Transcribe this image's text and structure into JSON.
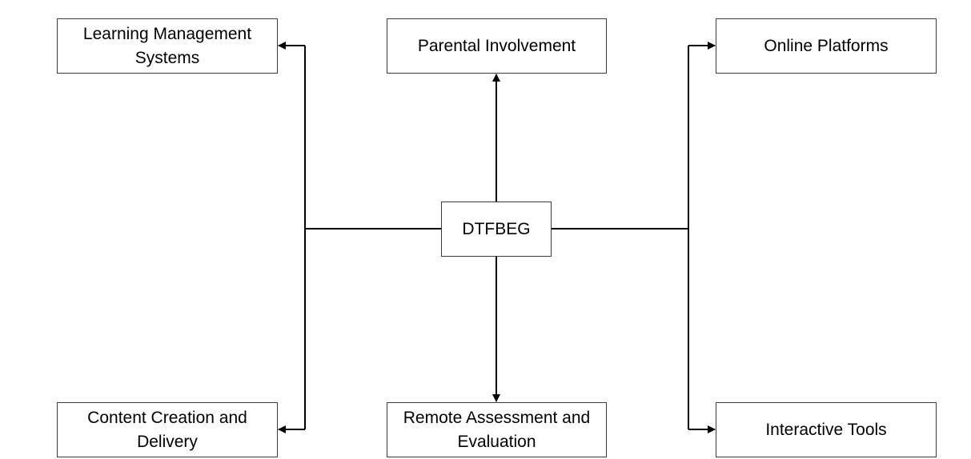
{
  "diagram": {
    "center": {
      "label": "DTFBEG"
    },
    "nodes": {
      "lms": "Learning Management Systems",
      "parental": "Parental Involvement",
      "online": "Online Platforms",
      "content": "Content Creation and Delivery",
      "remote": "Remote Assessment and Evaluation",
      "interactive": "Interactive Tools"
    },
    "colors": {
      "line": "#000000",
      "border": "#3a3a3a",
      "background": "#ffffff"
    }
  }
}
